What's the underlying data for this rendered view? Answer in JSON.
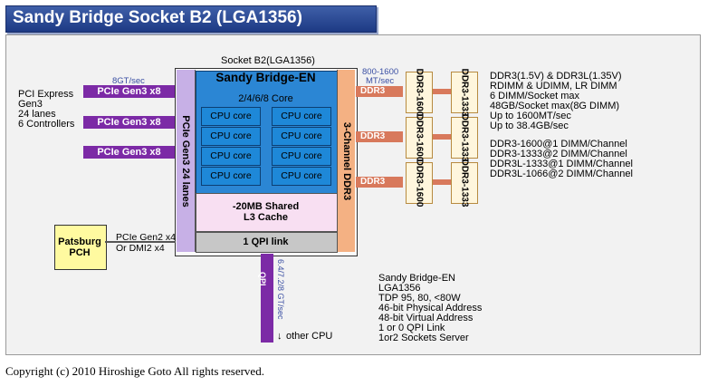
{
  "title": "Sandy Bridge Socket B2 (LGA1356)",
  "socket_label": "Socket B2(LGA1356)",
  "cpu": {
    "name": "Sandy Bridge-EN",
    "core_count": "2/4/6/8 Core",
    "core_label": "CPU core",
    "cache": [
      "-20MB Shared",
      "L3 Cache"
    ],
    "qpi_link": "1 QPI link",
    "pcie_lanes": "PCIe Gen3 24 lanes",
    "memory_channels": "3-Channel DDR3"
  },
  "pcie": {
    "speed": "8GT/sec",
    "link_label": "PCIe Gen3 x8",
    "info": [
      "PCI Express",
      "Gen3",
      "24 lanes",
      "6 Controllers"
    ]
  },
  "pch": {
    "name": [
      "Patsburg",
      "PCH"
    ],
    "link": [
      "PCIe Gen2 x4",
      "Or DMI2 x4"
    ]
  },
  "qpi": {
    "speed": "6.4/7.2/8 GT/sec",
    "label": "QPI",
    "other_cpu": "other CPU",
    "arrow": "↓"
  },
  "ddr": {
    "speed": [
      "800-1600",
      "MT/sec"
    ],
    "channel_label": "DDR3",
    "dimm_1600": "DDR3-1600",
    "dimm_1333": "DDR3-1333"
  },
  "memory_notes": [
    "DDR3(1.5V) & DDR3L(1.35V)",
    "RDIMM & UDIMM, LR DIMM",
    "6 DIMM/Socket max",
    "48GB/Socket max(8G DIMM)",
    "Up to 1600MT/sec",
    "Up to 38.4GB/sec"
  ],
  "dimm_configs": [
    "DDR3-1600@1 DIMM/Channel",
    "DDR3-1333@2 DIMM/Channel",
    "DDR3L-1333@1 DIMM/Channel",
    "DDR3L-1066@2 DIMM/Channel"
  ],
  "specs": [
    "Sandy Bridge-EN",
    "LGA1356",
    "TDP 95, 80, <80W",
    "46-bit Physical Address",
    "48-bit Virtual Address",
    "1 or 0 QPI Link",
    "1or2 Sockets Server"
  ],
  "colors": {
    "title_bar": "#2a4a96",
    "pcie_purple": "#7c2aa6",
    "core_blue": "#1e88d8",
    "ddr_orange": "#f4b183",
    "pch_yellow": "#fffaa0"
  },
  "copyright": "Copyright (c) 2010 Hiroshige Goto All rights reserved."
}
